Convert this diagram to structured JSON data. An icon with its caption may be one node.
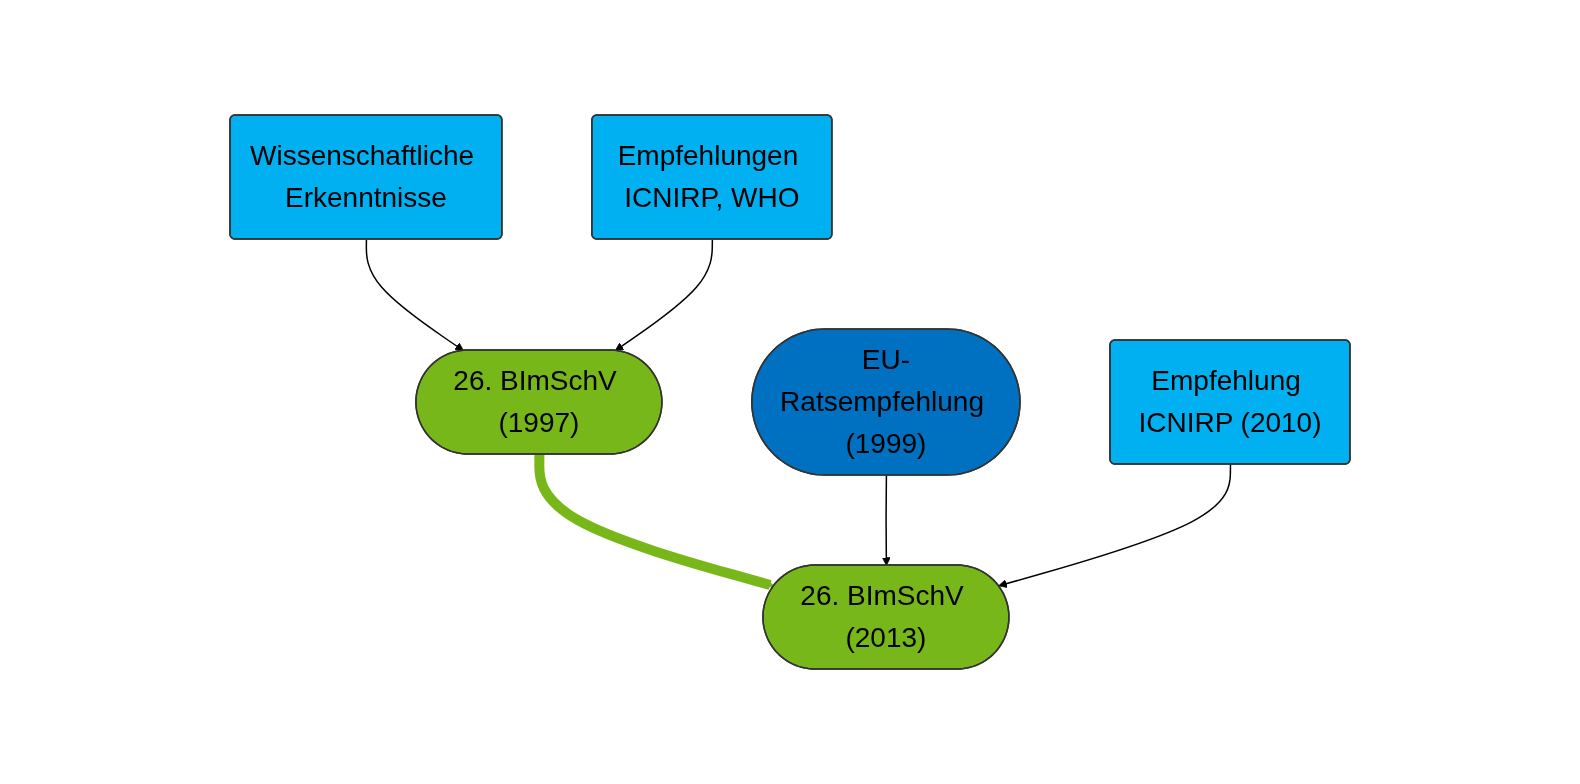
{
  "diagram": {
    "nodes": [
      {
        "text": [
          "Wissenschaftliche Erkenntnisse"
        ]
      },
      {
        "text": [
          "26. BImSchV (1997)"
        ]
      },
      {
        "text": [
          "Empfehlungen ICNIRP, WHO"
        ]
      },
      {
        "text": [
          "EU-Ratsempfehlung (1999)"
        ]
      },
      {
        "text": [
          "Empfehlung ICNIRP (2010)"
        ]
      },
      {
        "text": [
          "26. BImSchV (2013)"
        ]
      }
    ],
    "edges": [
      {
        "from": 0,
        "to": 1,
        "arrow": "to"
      },
      {
        "from": 2,
        "to": 1,
        "arrow": "to"
      },
      {
        "from": 1,
        "to": 5,
        "arrow": "to",
        "style": "thick",
        "color": "#77b71a"
      },
      {
        "from": 3,
        "to": 5,
        "arrow": "to"
      },
      {
        "from": 4,
        "to": 5,
        "arrow": "to"
      }
    ]
  }
}
